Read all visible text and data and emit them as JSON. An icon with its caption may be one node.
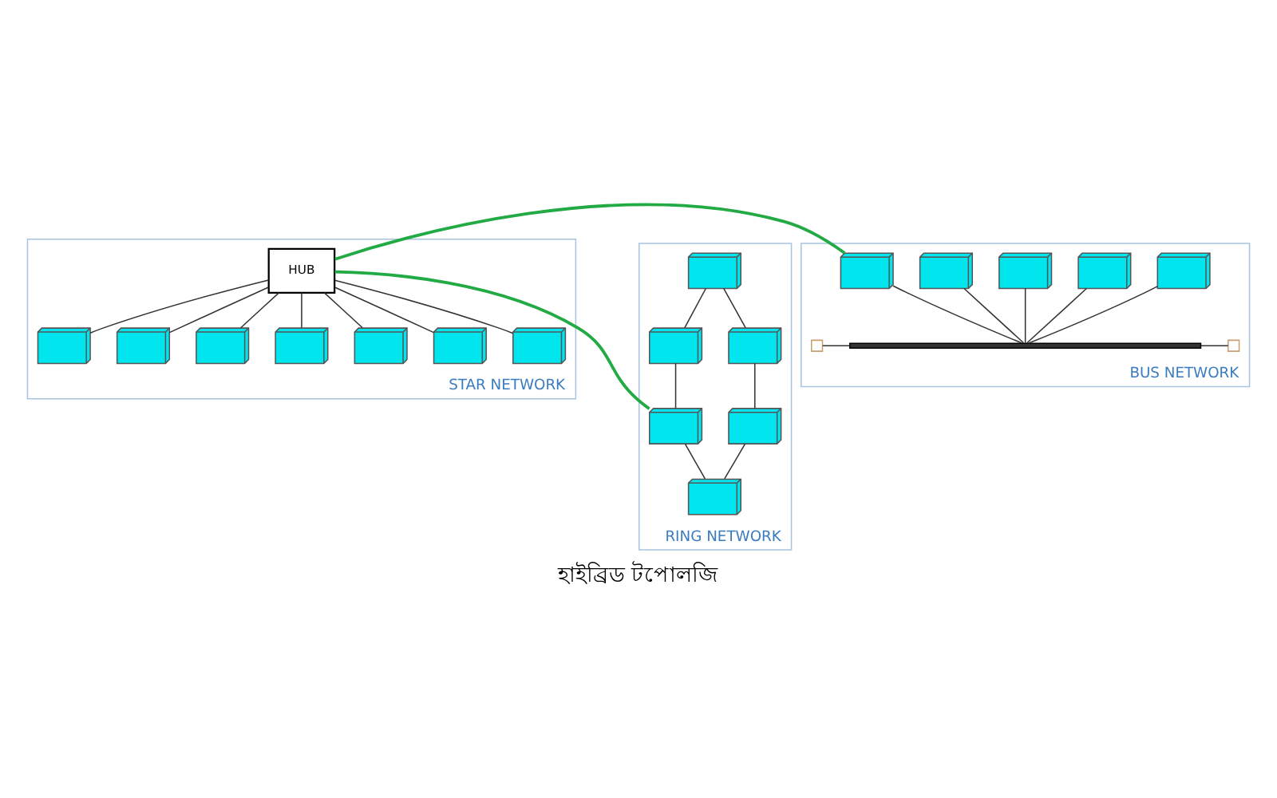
{
  "diagram": {
    "caption": "হাইব্রিড টপোলজি",
    "nodes": [
      {
        "text": [
          "STAR NETWORK"
        ]
      },
      {
        "text": [
          "HUB"
        ],
        "in": 0
      },
      {
        "text": [],
        "shape": "computer",
        "in": 0
      },
      {
        "text": [],
        "shape": "computer",
        "in": 0
      },
      {
        "text": [],
        "shape": "computer",
        "in": 0
      },
      {
        "text": [],
        "shape": "computer",
        "in": 0
      },
      {
        "text": [],
        "shape": "computer",
        "in": 0
      },
      {
        "text": [],
        "shape": "computer",
        "in": 0
      },
      {
        "text": [],
        "shape": "computer",
        "in": 0
      },
      {
        "text": [
          "RING NETWORK"
        ]
      },
      {
        "text": [],
        "shape": "computer",
        "in": 9
      },
      {
        "text": [],
        "shape": "computer",
        "in": 9
      },
      {
        "text": [],
        "shape": "computer",
        "in": 9
      },
      {
        "text": [],
        "shape": "computer",
        "in": 9
      },
      {
        "text": [],
        "shape": "computer",
        "in": 9
      },
      {
        "text": [],
        "shape": "computer",
        "in": 9
      },
      {
        "text": [
          "BUS NETWORK"
        ]
      },
      {
        "text": [],
        "shape": "computer",
        "in": 16
      },
      {
        "text": [],
        "shape": "computer",
        "in": 16
      },
      {
        "text": [],
        "shape": "computer",
        "in": 16
      },
      {
        "text": [],
        "shape": "computer",
        "in": 16
      },
      {
        "text": [],
        "shape": "computer",
        "in": 16
      },
      {
        "text": [],
        "shape": "box",
        "in": 16
      },
      {
        "text": [],
        "shape": "bar",
        "in": 16
      },
      {
        "text": [],
        "shape": "box",
        "in": 16
      }
    ],
    "edges": [
      {
        "from": 1,
        "to": 2,
        "arrow": "none"
      },
      {
        "from": 1,
        "to": 3,
        "arrow": "none"
      },
      {
        "from": 1,
        "to": 4,
        "arrow": "none"
      },
      {
        "from": 1,
        "to": 5,
        "arrow": "none"
      },
      {
        "from": 1,
        "to": 6,
        "arrow": "none"
      },
      {
        "from": 1,
        "to": 7,
        "arrow": "none"
      },
      {
        "from": 1,
        "to": 8,
        "arrow": "none"
      },
      {
        "from": 10,
        "to": 11,
        "arrow": "none"
      },
      {
        "from": 10,
        "to": 12,
        "arrow": "none"
      },
      {
        "from": 11,
        "to": 13,
        "arrow": "none"
      },
      {
        "from": 12,
        "to": 14,
        "arrow": "none"
      },
      {
        "from": 13,
        "to": 15,
        "arrow": "none"
      },
      {
        "from": 14,
        "to": 15,
        "arrow": "none"
      },
      {
        "from": 1,
        "to": 13,
        "arrow": "none",
        "color": "#22aa44"
      },
      {
        "from": 1,
        "to": 17,
        "arrow": "none",
        "color": "#22aa44"
      },
      {
        "from": 17,
        "to": 23,
        "arrow": "none"
      },
      {
        "from": 18,
        "to": 23,
        "arrow": "none"
      },
      {
        "from": 19,
        "to": 23,
        "arrow": "none"
      },
      {
        "from": 20,
        "to": 23,
        "arrow": "none"
      },
      {
        "from": 21,
        "to": 23,
        "arrow": "none"
      },
      {
        "from": 22,
        "to": 23,
        "arrow": "none"
      },
      {
        "from": 23,
        "to": 24,
        "arrow": "none"
      }
    ]
  }
}
